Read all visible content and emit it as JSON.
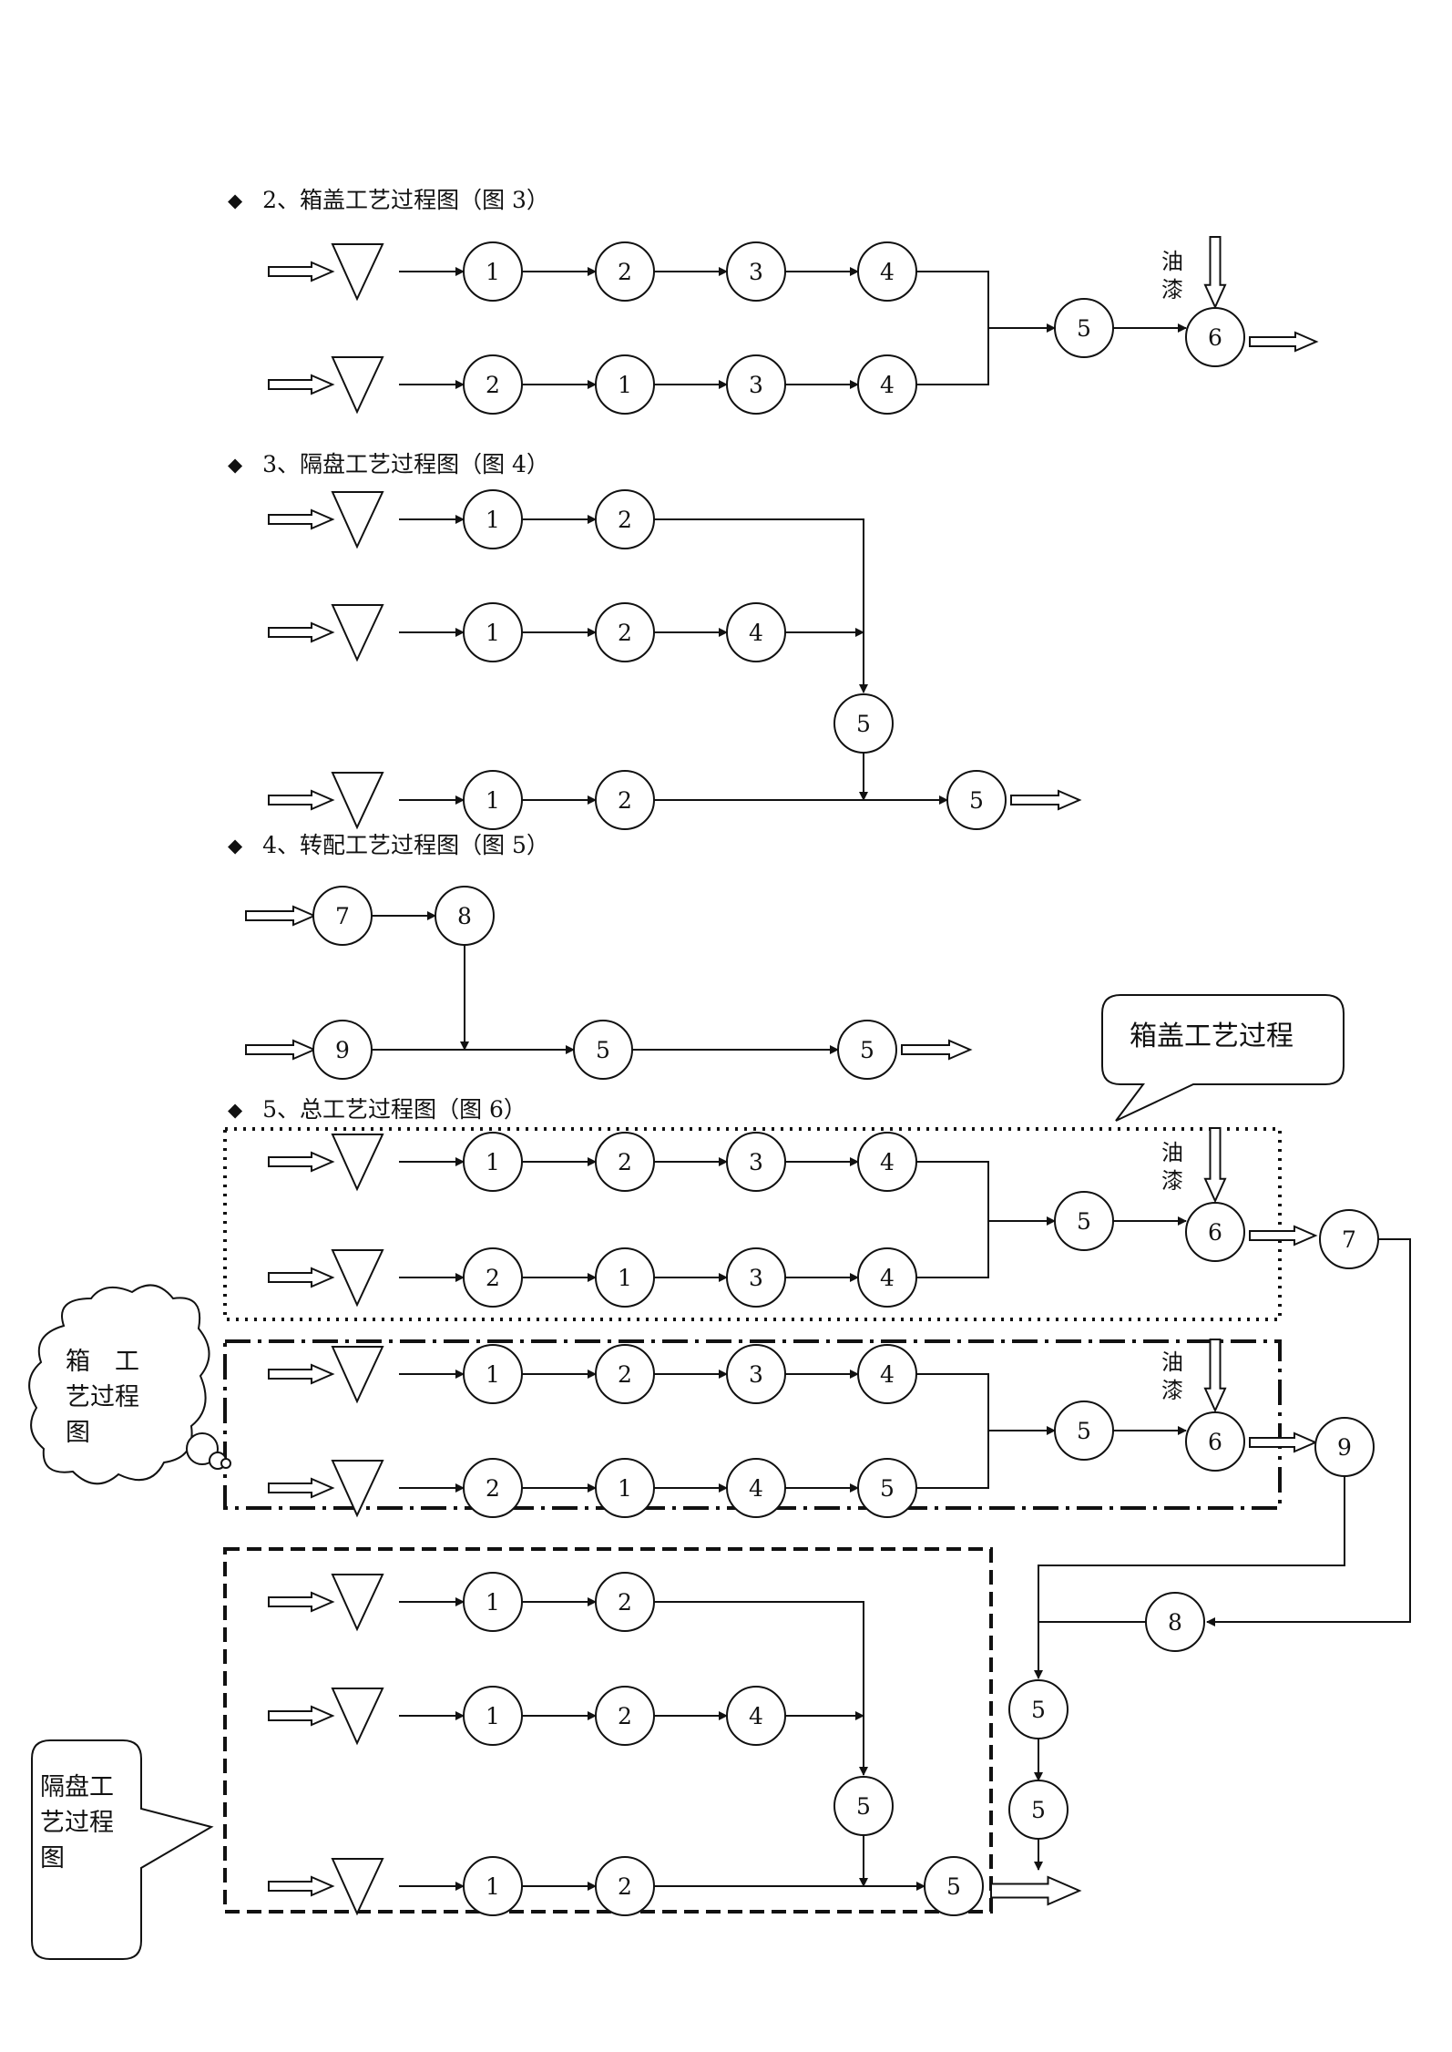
{
  "headings": [
    {
      "bullet": "◆",
      "text": "2、箱盖工艺过程图（图 3）"
    },
    {
      "bullet": "◆",
      "text": "3、隔盘工艺过程图（图 4）"
    },
    {
      "bullet": "◆",
      "text": "4、转配工艺过程图（图 5）"
    },
    {
      "bullet": "◆",
      "text": "5、总工艺过程图（图 6）"
    }
  ],
  "paint_label": "油\n漆",
  "callouts": {
    "box_cover": "箱盖工艺过程",
    "box_body": "箱　工\n艺过程\n图",
    "partition": "隔盘工\n艺过程\n图"
  },
  "fig3": {
    "rows": [
      [
        "1",
        "2",
        "3",
        "4"
      ],
      [
        "2",
        "1",
        "3",
        "4"
      ]
    ],
    "merge": "5",
    "paint": "6"
  },
  "fig4": {
    "rows": [
      [
        "1",
        "2"
      ],
      [
        "1",
        "2",
        "4"
      ],
      [
        "1",
        "2"
      ]
    ],
    "mid": "5",
    "final": "5"
  },
  "fig5": {
    "top": [
      "7",
      "8"
    ],
    "bottom": [
      "9",
      "5",
      "5"
    ]
  },
  "fig6": {
    "a_rows": [
      [
        "1",
        "2",
        "3",
        "4"
      ],
      [
        "2",
        "1",
        "3",
        "4"
      ]
    ],
    "a_merge": "5",
    "a_paint": "6",
    "a_out": "7",
    "b_rows": [
      [
        "1",
        "2",
        "3",
        "4"
      ],
      [
        "2",
        "1",
        "4",
        "5"
      ]
    ],
    "b_merge": "5",
    "b_paint": "6",
    "b_out": "9",
    "c_rows": [
      [
        "1",
        "2"
      ],
      [
        "1",
        "2",
        "4"
      ],
      [
        "1",
        "2"
      ]
    ],
    "c_mid": "5",
    "c_final": "5",
    "right_8": "8",
    "right_5a": "5",
    "right_5b": "5"
  }
}
